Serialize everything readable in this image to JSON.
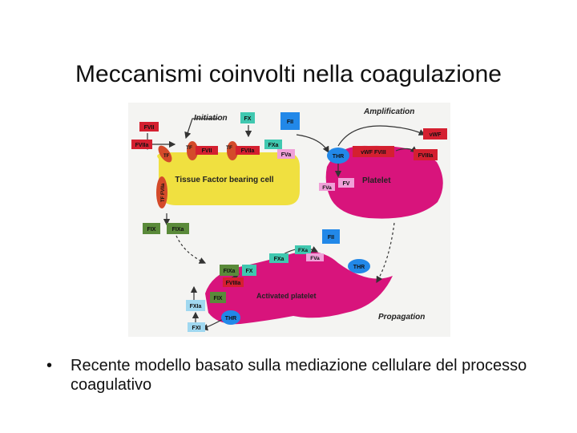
{
  "slide": {
    "title": "Meccanismi coinvolti nella coagulazione",
    "bullet_symbol": "•",
    "bullet_text": "Recente modello basato sulla mediazione cellulare del processo coagulativo"
  },
  "diagram": {
    "phases": {
      "initiation": "Initiation",
      "amplification": "Amplification",
      "propagation": "Propagation"
    },
    "cells": {
      "tissue_factor_cell": "Tissue Factor bearing cell",
      "platelet": "Platelet",
      "activated_platelet": "Activated platelet"
    },
    "factors": {
      "fvii": "FVII",
      "fviia_left": "FVIIa",
      "tf_1": "TF",
      "tf_2": "TF",
      "tf_3": "TF",
      "tf_fviia_vertical": "TF FVIIa",
      "tf_cell_fvii": "FVII",
      "tf_cell_fviia": "FVIIa",
      "fx_top": "FX",
      "fii_top": "FII",
      "fxa_top": "FXa",
      "fva_top": "FVa",
      "fix": "FIX",
      "fixa": "FIXa",
      "thr_platelet": "THR",
      "vwf_fviii": "vWF FVIII",
      "vwf_right": "vWF",
      "fviiia_right": "FVIIIa",
      "fv_platelet": "FV",
      "fva_platelet": "FVa",
      "fii_mid": "FII",
      "fxa_mid": "FXa",
      "fxa_mid2": "FXa",
      "fva_mid": "FVa",
      "thr_mid": "THR",
      "fixa_act": "FIXa",
      "fx_act": "FX",
      "fviiia_act": "FVIIIa",
      "fix_act": "FIX",
      "fxia": "FXIa",
      "thr_bottom": "THR",
      "fxi": "FXI"
    },
    "colors": {
      "tissue_cell": "#f0e040",
      "platelet": "#d8147c",
      "tf_oval": "#d44a2a",
      "factor_red": "#d42030",
      "factor_teal": "#40c8b0",
      "factor_blue": "#2288e8",
      "factor_pink": "#f0a0d8",
      "factor_green": "#5a8a3a",
      "factor_lightblue": "#a0d8f0"
    }
  }
}
